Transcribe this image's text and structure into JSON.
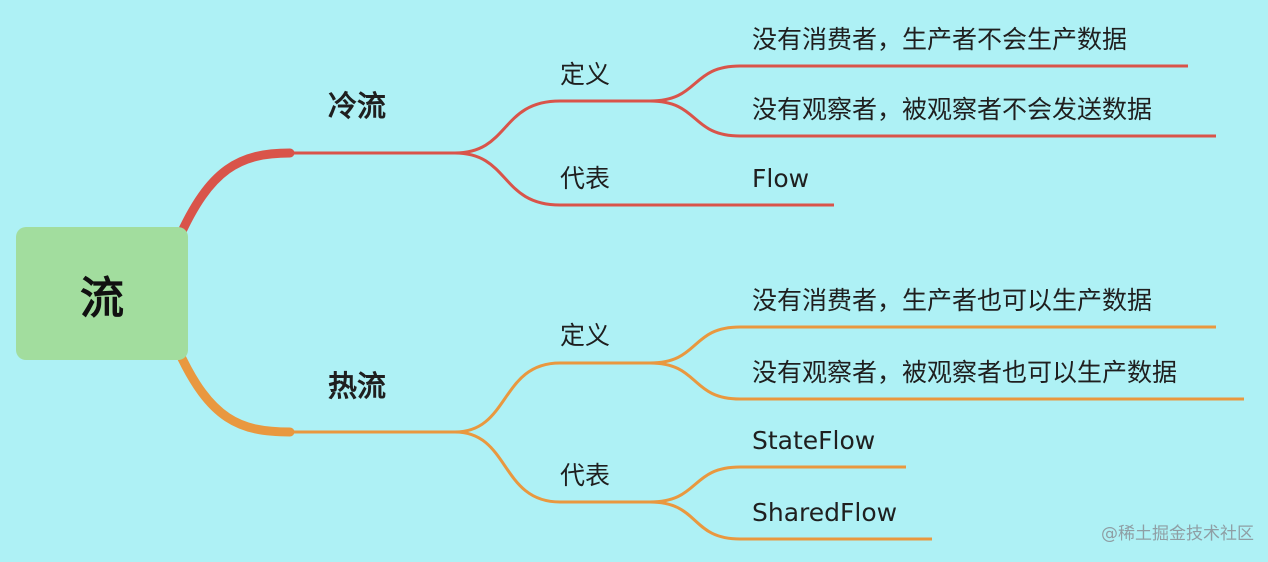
{
  "colors": {
    "background": "#aef1f5",
    "root_fill": "#a2dd9e",
    "cold_branch": "#d9544a",
    "hot_branch": "#e9983f"
  },
  "root": {
    "label": "流"
  },
  "cold": {
    "label": "冷流",
    "definition": {
      "label": "定义",
      "items": [
        "没有消费者，生产者不会生产数据",
        "没有观察者，被观察者不会发送数据"
      ]
    },
    "representative": {
      "label": "代表",
      "items": [
        "Flow"
      ]
    }
  },
  "hot": {
    "label": "热流",
    "definition": {
      "label": "定义",
      "items": [
        "没有消费者，生产者也可以生产数据",
        "没有观察者，被观察者也可以生产数据"
      ]
    },
    "representative": {
      "label": "代表",
      "items": [
        "StateFlow",
        "SharedFlow"
      ]
    }
  },
  "watermark": "@稀土掘金技术社区"
}
